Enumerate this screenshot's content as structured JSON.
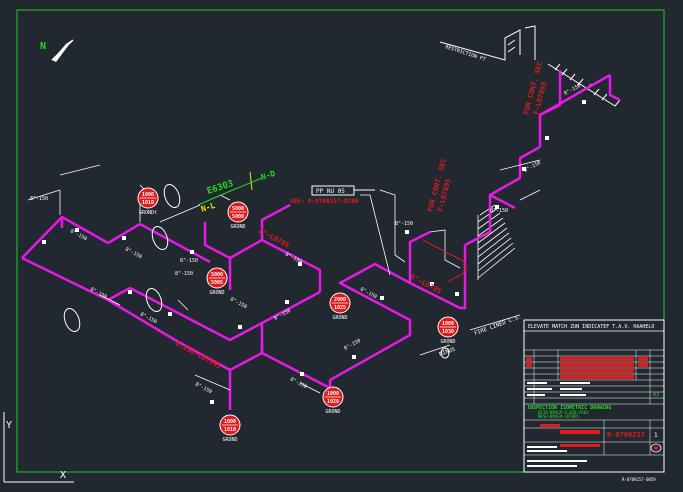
{
  "colors": {
    "background": "#212830",
    "pipe": "#e619e6",
    "line": "#ffffff",
    "frame": "#22cc22",
    "red": "#e01b1b",
    "green": "#22dd22",
    "yellow": "#e8e800"
  },
  "north_label": "N",
  "labels": {
    "restrict": "RESTRICTION PT",
    "for_cont_sec_1": "FOR CONT. SEC",
    "for_cont_sec_1b": "F-LD7898",
    "for_cont_sec_2": "FOR CONT. SEC",
    "for_cont_sec_2b": "F-LD7895",
    "e6303": "E6303",
    "n_l": "N-L",
    "n_d": "N-D",
    "pp_nu": "PP NU 05",
    "see_ref": "SEE: R-0700257-D200",
    "line_ref_1": "2\"-LD785",
    "line_ref_2": "0.250-LD7895",
    "line_ref_3": "6\"-LD785",
    "fire_lined": "FIRE LINED C.S.",
    "minus": "MINUS",
    "tb_header_note": "ELEVATE MATCH ZUN INDICATEF T.A.V. HAAHELO",
    "tb_title": "INSPECTION ISOMETRIC DRAWING",
    "tb_sub1": "NIIH-NPALM-D.039-PS01",
    "tb_sub2": "NKSH-NPALM-LD7895",
    "tb_drawing_no": "R-0709257",
    "tb_sheet": "1",
    "tb_rev": "A3",
    "corner_ref": "R-0709257-0059"
  },
  "supports": [
    {
      "top": "1000",
      "bottom": "1010",
      "note": "GRONDt"
    },
    {
      "top": "5000",
      "bottom": "5000",
      "note": "GROND"
    },
    {
      "top": "5000",
      "bottom": "5005",
      "note": "GROND"
    },
    {
      "top": "2000",
      "bottom": "1025",
      "note": "GROND"
    },
    {
      "top": "1000",
      "bottom": "1030",
      "note": "GROND"
    },
    {
      "top": "1000",
      "bottom": "1010",
      "note": "GROND"
    },
    {
      "top": "1000",
      "bottom": "1020",
      "note": "GROND"
    }
  ],
  "small_labels": [
    "8\"-150",
    "8\"-150",
    "8\"-150",
    "8\"-150",
    "8\"-150",
    "8\"-150",
    "8\"-150",
    "8\"-150",
    "8\"-150",
    "8\"-150",
    "8\"-150",
    "8\"-150",
    "8\"-150",
    "8\"-150",
    "8\"-150",
    "8\"-150",
    "8\"-150",
    "8\"-150"
  ]
}
